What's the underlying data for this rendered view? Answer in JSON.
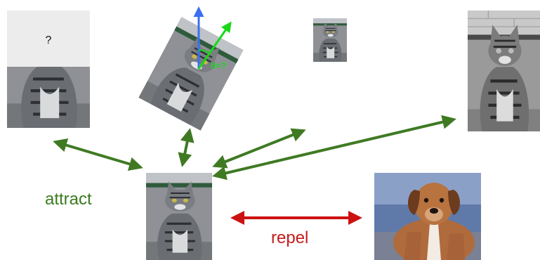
{
  "labels": {
    "attract": "attract",
    "repel": "repel",
    "masked_question": "?",
    "rotation_angle": "θ=?"
  },
  "colors": {
    "attract_arrow": "#3f7a23",
    "repel_arrow": "#cc1111",
    "rotation_axis": "#3b6ff0",
    "rotation_arrow": "#18d818",
    "mask_fill": "#ececec"
  },
  "images": {
    "masked_cat": "cat-photo-top-masked",
    "rotated_cat": "cat-photo-rotated",
    "jigsaw_cat": "cat-photo-2x2-tiles",
    "grayscale_cat": "cat-photo-grayscale",
    "anchor_cat": "cat-photo-anchor",
    "negative_dog": "puppy-photo"
  }
}
